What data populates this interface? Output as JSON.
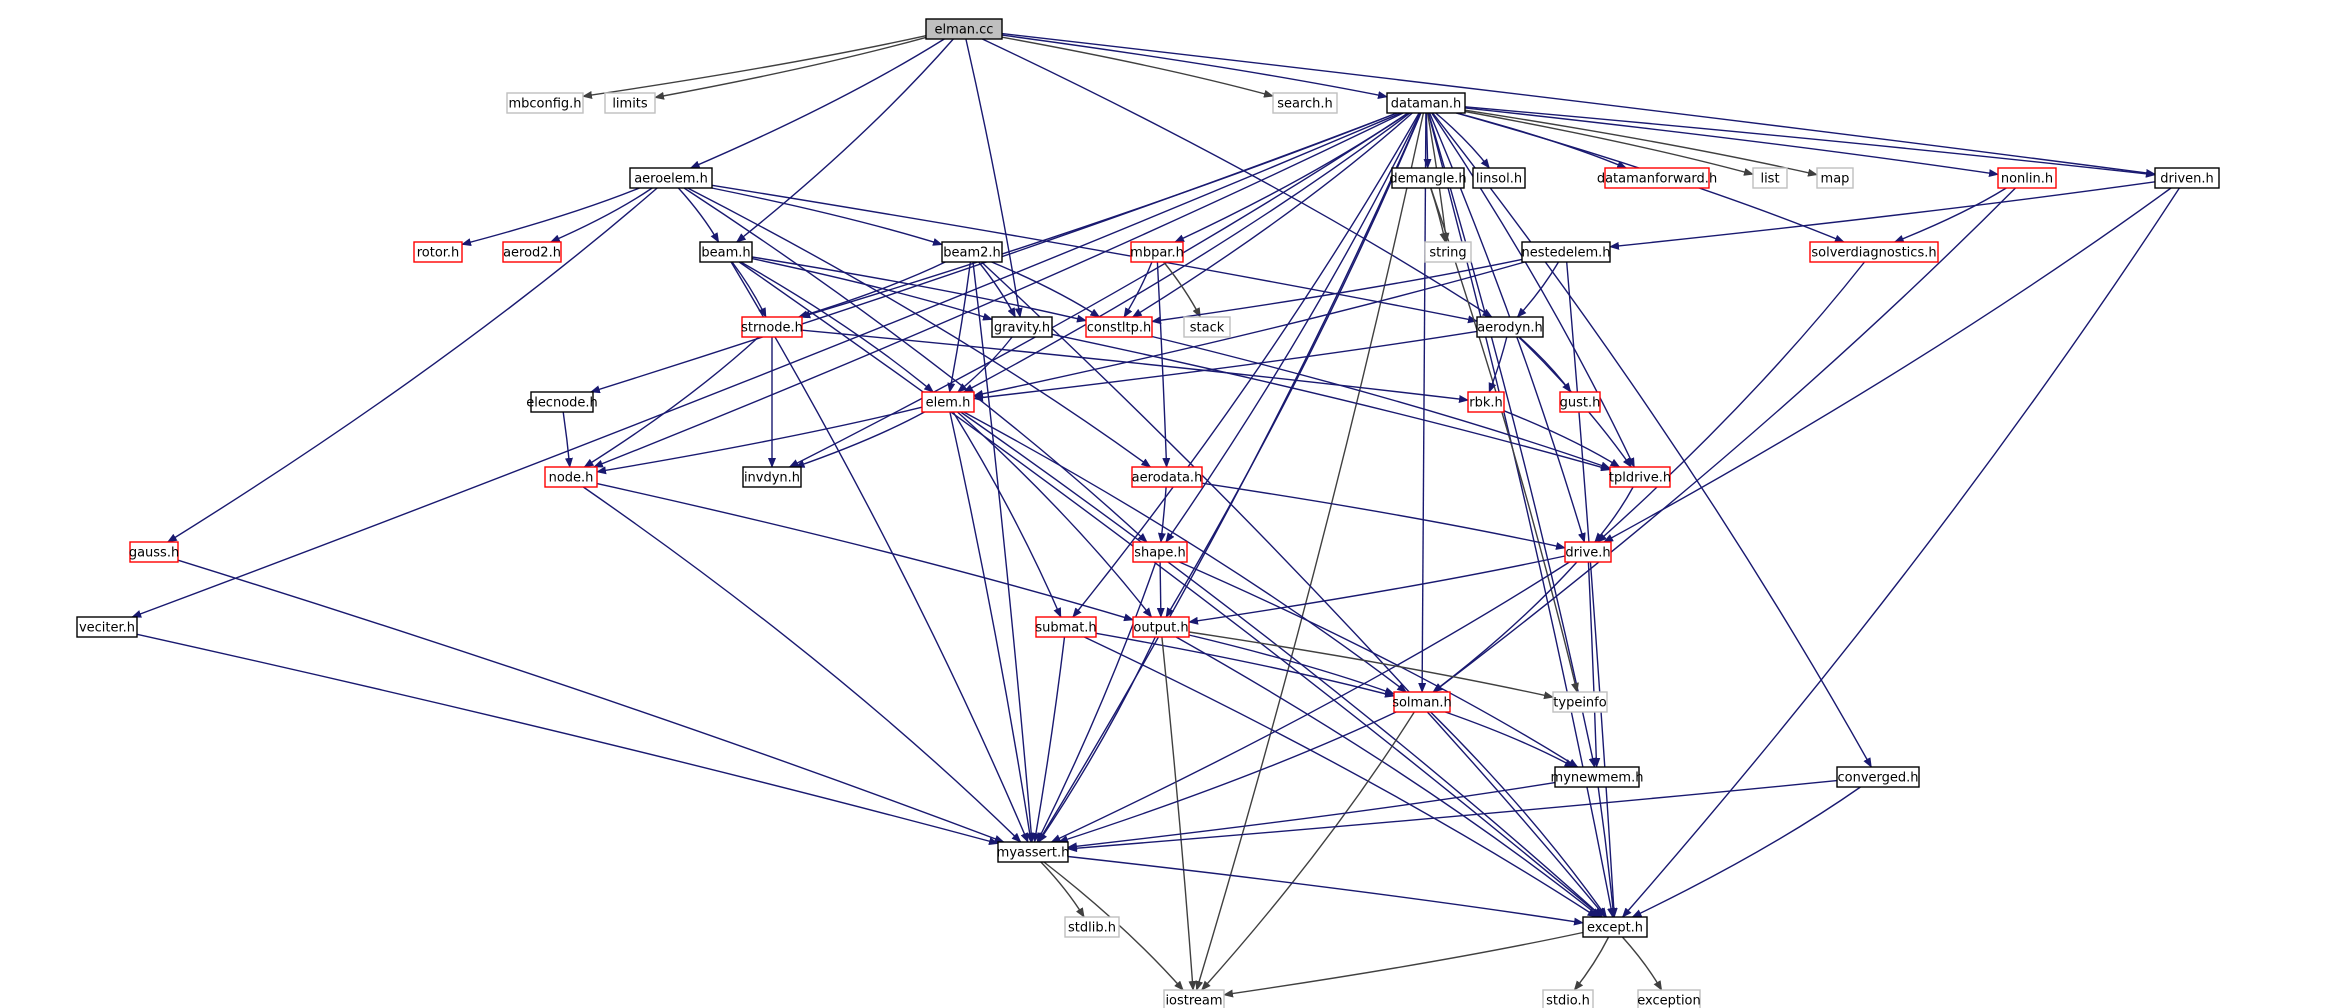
{
  "title": "elman.cc",
  "colors": {
    "root_fill": "#bfbfbf",
    "box_fill": "#ffffff",
    "black_border": "#000000",
    "red_border": "#ff0000",
    "grey_border": "#bfbfbf",
    "edge": "#191970",
    "edge_light": "#404040",
    "label": "#000000"
  },
  "nodes": [
    {
      "id": "elman_cc",
      "label": "elman.cc",
      "style": "root"
    },
    {
      "id": "mbconfig_h",
      "label": "mbconfig.h",
      "style": "grey"
    },
    {
      "id": "limits",
      "label": "limits",
      "style": "grey"
    },
    {
      "id": "search_h",
      "label": "search.h",
      "style": "grey"
    },
    {
      "id": "dataman_h",
      "label": "dataman.h",
      "style": "black"
    },
    {
      "id": "aeroelem_h",
      "label": "aeroelem.h",
      "style": "black"
    },
    {
      "id": "demangle_h",
      "label": "demangle.h",
      "style": "black"
    },
    {
      "id": "linsol_h",
      "label": "linsol.h",
      "style": "black"
    },
    {
      "id": "datamanforward_h",
      "label": "datamanforward.h",
      "style": "red"
    },
    {
      "id": "list",
      "label": "list",
      "style": "grey"
    },
    {
      "id": "map",
      "label": "map",
      "style": "grey"
    },
    {
      "id": "nonlin_h",
      "label": "nonlin.h",
      "style": "red"
    },
    {
      "id": "driven_h",
      "label": "driven.h",
      "style": "black"
    },
    {
      "id": "rotor_h",
      "label": "rotor.h",
      "style": "red"
    },
    {
      "id": "aerod2_h",
      "label": "aerod2.h",
      "style": "red"
    },
    {
      "id": "beam_h",
      "label": "beam.h",
      "style": "black"
    },
    {
      "id": "beam2_h",
      "label": "beam2.h",
      "style": "black"
    },
    {
      "id": "mbpar_h",
      "label": "mbpar.h",
      "style": "red"
    },
    {
      "id": "string",
      "label": "string",
      "style": "grey"
    },
    {
      "id": "nestedelem_h",
      "label": "nestedelem.h",
      "style": "black"
    },
    {
      "id": "solverdiagnostics_h",
      "label": "solverdiagnostics.h",
      "style": "red"
    },
    {
      "id": "strnode_h",
      "label": "strnode.h",
      "style": "red"
    },
    {
      "id": "gravity_h",
      "label": "gravity.h",
      "style": "black"
    },
    {
      "id": "constltp_h",
      "label": "constltp.h",
      "style": "red"
    },
    {
      "id": "stack",
      "label": "stack",
      "style": "grey"
    },
    {
      "id": "aerodyn_h",
      "label": "aerodyn.h",
      "style": "black"
    },
    {
      "id": "elecnode_h",
      "label": "elecnode.h",
      "style": "black"
    },
    {
      "id": "elem_h",
      "label": "elem.h",
      "style": "red"
    },
    {
      "id": "rbk_h",
      "label": "rbk.h",
      "style": "red"
    },
    {
      "id": "gust_h",
      "label": "gust.h",
      "style": "red"
    },
    {
      "id": "node_h",
      "label": "node.h",
      "style": "red"
    },
    {
      "id": "invdyn_h",
      "label": "invdyn.h",
      "style": "black"
    },
    {
      "id": "aerodata_h",
      "label": "aerodata.h",
      "style": "red"
    },
    {
      "id": "tpldrive_h",
      "label": "tpldrive.h",
      "style": "red"
    },
    {
      "id": "gauss_h",
      "label": "gauss.h",
      "style": "red"
    },
    {
      "id": "shape_h",
      "label": "shape.h",
      "style": "red"
    },
    {
      "id": "drive_h",
      "label": "drive.h",
      "style": "red"
    },
    {
      "id": "veciter_h",
      "label": "veciter.h",
      "style": "black"
    },
    {
      "id": "submat_h",
      "label": "submat.h",
      "style": "red"
    },
    {
      "id": "output_h",
      "label": "output.h",
      "style": "red"
    },
    {
      "id": "solman_h",
      "label": "solman.h",
      "style": "red"
    },
    {
      "id": "typeinfo",
      "label": "typeinfo",
      "style": "grey"
    },
    {
      "id": "mynewmem_h",
      "label": "mynewmem.h",
      "style": "black"
    },
    {
      "id": "converged_h",
      "label": "converged.h",
      "style": "black"
    },
    {
      "id": "myassert_h",
      "label": "myassert.h",
      "style": "black"
    },
    {
      "id": "stdlib_h",
      "label": "stdlib.h",
      "style": "grey"
    },
    {
      "id": "except_h",
      "label": "except.h",
      "style": "black"
    },
    {
      "id": "iostream",
      "label": "iostream",
      "style": "grey"
    },
    {
      "id": "stdio_h",
      "label": "stdio.h",
      "style": "grey"
    },
    {
      "id": "exception",
      "label": "exception",
      "style": "grey"
    }
  ],
  "edges": [
    [
      "elman_cc",
      "mbconfig_h"
    ],
    [
      "elman_cc",
      "limits"
    ],
    [
      "elman_cc",
      "search_h"
    ],
    [
      "elman_cc",
      "dataman_h"
    ],
    [
      "elman_cc",
      "aeroelem_h"
    ],
    [
      "elman_cc",
      "beam_h"
    ],
    [
      "elman_cc",
      "gravity_h"
    ],
    [
      "elman_cc",
      "aerodyn_h"
    ],
    [
      "elman_cc",
      "driven_h"
    ],
    [
      "dataman_h",
      "demangle_h"
    ],
    [
      "dataman_h",
      "linsol_h"
    ],
    [
      "dataman_h",
      "datamanforward_h"
    ],
    [
      "dataman_h",
      "list"
    ],
    [
      "dataman_h",
      "map"
    ],
    [
      "dataman_h",
      "nonlin_h"
    ],
    [
      "dataman_h",
      "driven_h"
    ],
    [
      "dataman_h",
      "mbpar_h"
    ],
    [
      "dataman_h",
      "string"
    ],
    [
      "dataman_h",
      "solverdiagnostics_h"
    ],
    [
      "dataman_h",
      "strnode_h"
    ],
    [
      "dataman_h",
      "constltp_h"
    ],
    [
      "dataman_h",
      "elecnode_h"
    ],
    [
      "dataman_h",
      "elem_h"
    ],
    [
      "dataman_h",
      "node_h"
    ],
    [
      "dataman_h",
      "invdyn_h"
    ],
    [
      "dataman_h",
      "tpldrive_h"
    ],
    [
      "dataman_h",
      "shape_h"
    ],
    [
      "dataman_h",
      "drive_h"
    ],
    [
      "dataman_h",
      "veciter_h"
    ],
    [
      "dataman_h",
      "submat_h"
    ],
    [
      "dataman_h",
      "output_h"
    ],
    [
      "dataman_h",
      "solman_h"
    ],
    [
      "dataman_h",
      "mynewmem_h"
    ],
    [
      "dataman_h",
      "converged_h"
    ],
    [
      "dataman_h",
      "myassert_h"
    ],
    [
      "dataman_h",
      "except_h"
    ],
    [
      "dataman_h",
      "iostream"
    ],
    [
      "aeroelem_h",
      "rotor_h"
    ],
    [
      "aeroelem_h",
      "aerod2_h"
    ],
    [
      "aeroelem_h",
      "beam_h"
    ],
    [
      "aeroelem_h",
      "beam2_h"
    ],
    [
      "aeroelem_h",
      "aerodyn_h"
    ],
    [
      "aeroelem_h",
      "gauss_h"
    ],
    [
      "aeroelem_h",
      "aerodata_h"
    ],
    [
      "aeroelem_h",
      "shape_h"
    ],
    [
      "beam_h",
      "strnode_h"
    ],
    [
      "beam_h",
      "gravity_h"
    ],
    [
      "beam_h",
      "constltp_h"
    ],
    [
      "beam_h",
      "elem_h"
    ],
    [
      "beam_h",
      "myassert_h"
    ],
    [
      "beam_h",
      "except_h"
    ],
    [
      "beam2_h",
      "strnode_h"
    ],
    [
      "beam2_h",
      "gravity_h"
    ],
    [
      "beam2_h",
      "constltp_h"
    ],
    [
      "beam2_h",
      "elem_h"
    ],
    [
      "beam2_h",
      "myassert_h"
    ],
    [
      "beam2_h",
      "except_h"
    ],
    [
      "demangle_h",
      "string"
    ],
    [
      "demangle_h",
      "typeinfo"
    ],
    [
      "nonlin_h",
      "solverdiagnostics_h"
    ],
    [
      "nonlin_h",
      "solman_h"
    ],
    [
      "driven_h",
      "nestedelem_h"
    ],
    [
      "driven_h",
      "drive_h"
    ],
    [
      "driven_h",
      "except_h"
    ],
    [
      "mbpar_h",
      "constltp_h"
    ],
    [
      "mbpar_h",
      "stack"
    ],
    [
      "mbpar_h",
      "aerodata_h"
    ],
    [
      "nestedelem_h",
      "aerodyn_h"
    ],
    [
      "nestedelem_h",
      "elem_h"
    ],
    [
      "nestedelem_h",
      "constltp_h"
    ],
    [
      "nestedelem_h",
      "except_h"
    ],
    [
      "solverdiagnostics_h",
      "drive_h"
    ],
    [
      "strnode_h",
      "node_h"
    ],
    [
      "strnode_h",
      "invdyn_h"
    ],
    [
      "strnode_h",
      "rbk_h"
    ],
    [
      "gravity_h",
      "elem_h"
    ],
    [
      "gravity_h",
      "tpldrive_h"
    ],
    [
      "constltp_h",
      "tpldrive_h"
    ],
    [
      "aerodyn_h",
      "elem_h"
    ],
    [
      "aerodyn_h",
      "rbk_h"
    ],
    [
      "aerodyn_h",
      "gust_h"
    ],
    [
      "aerodyn_h",
      "tpldrive_h"
    ],
    [
      "elecnode_h",
      "node_h"
    ],
    [
      "elem_h",
      "node_h"
    ],
    [
      "elem_h",
      "invdyn_h"
    ],
    [
      "elem_h",
      "submat_h"
    ],
    [
      "elem_h",
      "output_h"
    ],
    [
      "elem_h",
      "solman_h"
    ],
    [
      "elem_h",
      "myassert_h"
    ],
    [
      "elem_h",
      "except_h"
    ],
    [
      "rbk_h",
      "tpldrive_h"
    ],
    [
      "node_h",
      "output_h"
    ],
    [
      "node_h",
      "myassert_h"
    ],
    [
      "aerodata_h",
      "shape_h"
    ],
    [
      "aerodata_h",
      "drive_h"
    ],
    [
      "tpldrive_h",
      "drive_h"
    ],
    [
      "gauss_h",
      "myassert_h"
    ],
    [
      "shape_h",
      "output_h"
    ],
    [
      "shape_h",
      "myassert_h"
    ],
    [
      "shape_h",
      "mynewmem_h"
    ],
    [
      "drive_h",
      "output_h"
    ],
    [
      "drive_h",
      "solman_h"
    ],
    [
      "drive_h",
      "mynewmem_h"
    ],
    [
      "drive_h",
      "myassert_h"
    ],
    [
      "veciter_h",
      "myassert_h"
    ],
    [
      "submat_h",
      "solman_h"
    ],
    [
      "submat_h",
      "myassert_h"
    ],
    [
      "submat_h",
      "except_h"
    ],
    [
      "output_h",
      "solman_h"
    ],
    [
      "output_h",
      "myassert_h"
    ],
    [
      "output_h",
      "except_h"
    ],
    [
      "output_h",
      "typeinfo"
    ],
    [
      "output_h",
      "iostream"
    ],
    [
      "solman_h",
      "mynewmem_h"
    ],
    [
      "solman_h",
      "myassert_h"
    ],
    [
      "solman_h",
      "except_h"
    ],
    [
      "solman_h",
      "iostream"
    ],
    [
      "mynewmem_h",
      "myassert_h"
    ],
    [
      "mynewmem_h",
      "except_h"
    ],
    [
      "converged_h",
      "myassert_h"
    ],
    [
      "converged_h",
      "except_h"
    ],
    [
      "myassert_h",
      "except_h"
    ],
    [
      "myassert_h",
      "stdlib_h"
    ],
    [
      "myassert_h",
      "iostream"
    ],
    [
      "except_h",
      "iostream"
    ],
    [
      "except_h",
      "stdio_h"
    ],
    [
      "except_h",
      "exception"
    ]
  ]
}
